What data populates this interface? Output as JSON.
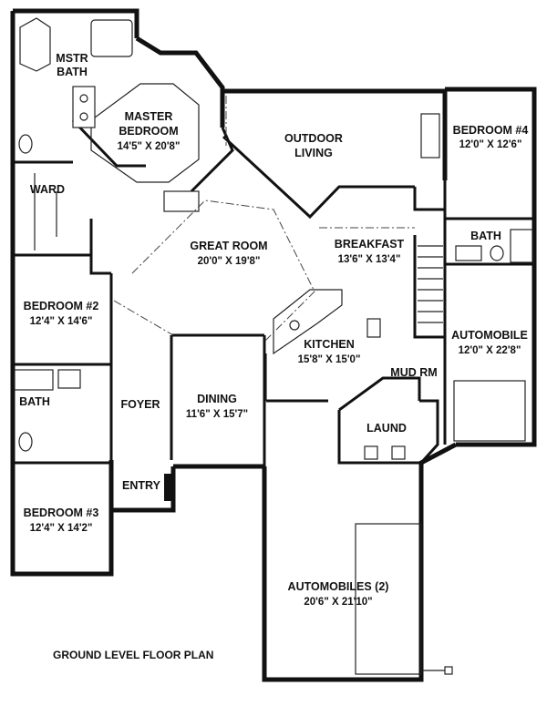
{
  "caption": "GROUND LEVEL FLOOR PLAN",
  "rooms": {
    "mstr_bath": {
      "name_line1": "MSTR",
      "name_line2": "BATH"
    },
    "master_bedroom": {
      "name_line1": "MASTER",
      "name_line2": "BEDROOM",
      "dims": "14'5\" X 20'8\""
    },
    "outdoor_living": {
      "name_line1": "OUTDOOR",
      "name_line2": "LIVING"
    },
    "bedroom4": {
      "name": "BEDROOM #4",
      "dims": "12'0\" X 12'6\""
    },
    "ward": {
      "name": "WARD"
    },
    "great_room": {
      "name": "GREAT ROOM",
      "dims": "20'0\" X 19'8\""
    },
    "breakfast": {
      "name": "BREAKFAST",
      "dims": "13'6\" X 13'4\""
    },
    "bath_right": {
      "name": "BATH"
    },
    "bedroom2": {
      "name": "BEDROOM #2",
      "dims": "12'4\" X 14'6\""
    },
    "automobile": {
      "name": "AUTOMOBILE",
      "dims": "12'0\" X 22'8\""
    },
    "kitchen": {
      "name": "KITCHEN",
      "dims": "15'8\" X 15'0\""
    },
    "mud_rm": {
      "name": "MUD RM"
    },
    "bath_left": {
      "name": "BATH"
    },
    "foyer": {
      "name": "FOYER"
    },
    "dining": {
      "name": "DINING",
      "dims": "11'6\" X 15'7\""
    },
    "laund": {
      "name": "LAUND"
    },
    "entry": {
      "name": "ENTRY"
    },
    "bedroom3": {
      "name": "BEDROOM #3",
      "dims": "12'4\" X 14'2\""
    },
    "automobiles2": {
      "name": "AUTOMOBILES (2)",
      "dims": "20'6\" X 21'10\""
    }
  }
}
